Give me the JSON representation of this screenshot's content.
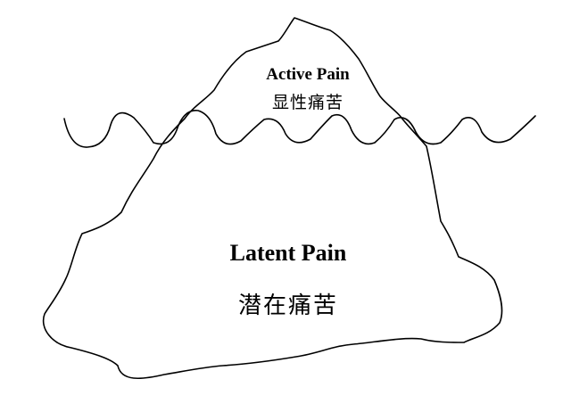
{
  "active": {
    "en": "Active Pain",
    "zh": "显性痛苦"
  },
  "latent": {
    "en": "Latent Pain",
    "zh": "潜在痛苦"
  },
  "colors": {
    "stroke": "#000000",
    "background": "#ffffff"
  }
}
